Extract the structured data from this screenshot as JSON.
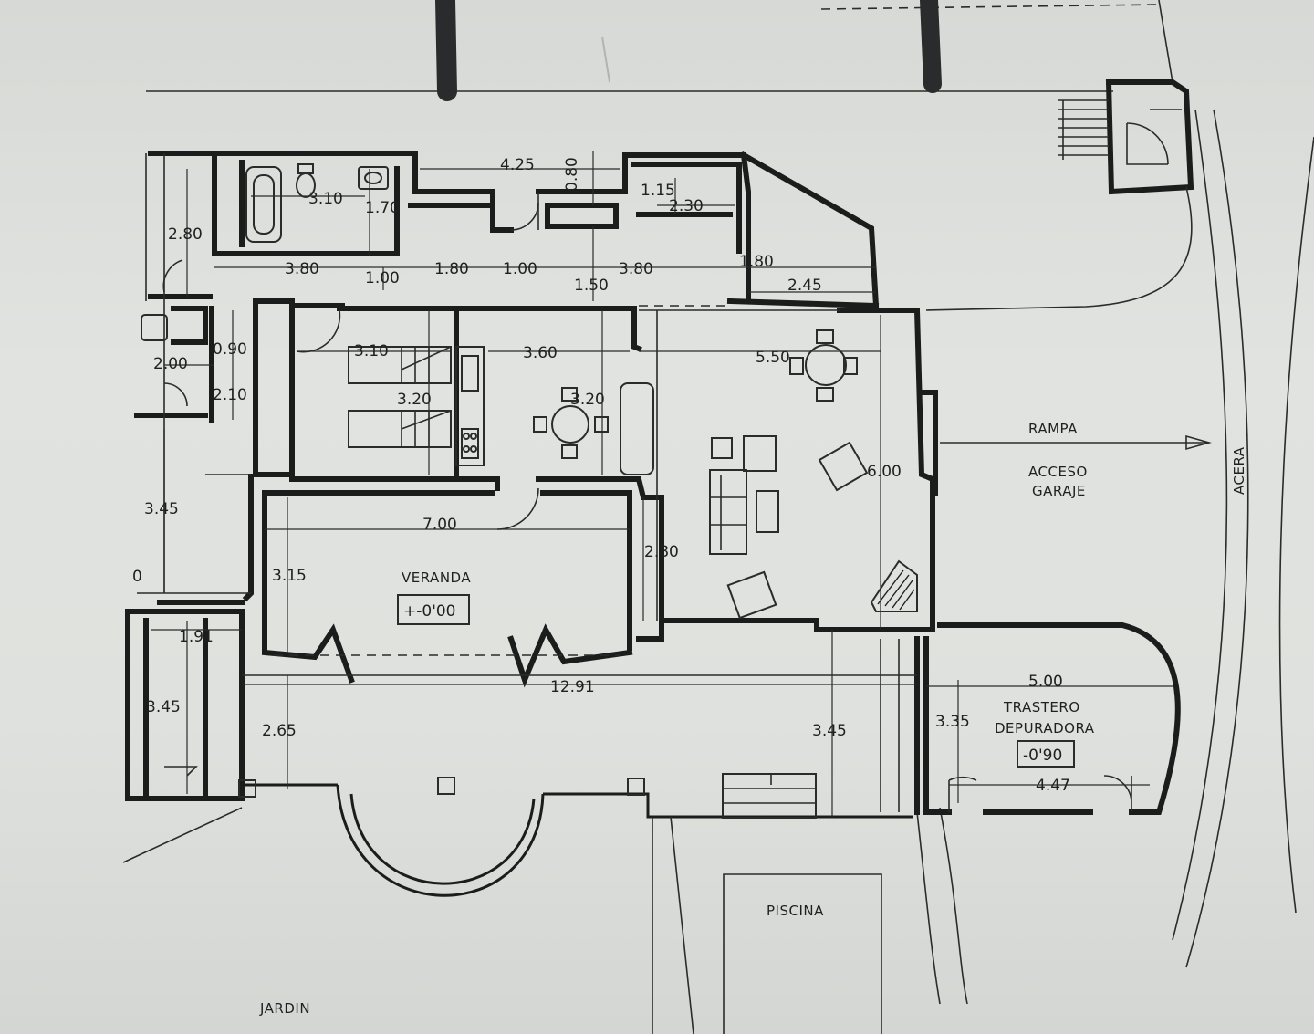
{
  "rooms": {
    "veranda": "VERANDA",
    "veranda_level": "+-0'00",
    "trastero": "TRASTERO",
    "depuradora": "DEPURADORA",
    "trastero_level": "-0'90",
    "rampa": "RAMPA",
    "acceso": "ACCESO",
    "garaje": "GARAJE",
    "acera": "ACERA",
    "piscina": "PISCINA",
    "jardin": "JARDIN"
  },
  "dimensions": {
    "d_4_25": "4.25",
    "d_0_80_top": "0.80",
    "d_1_15": "1.15",
    "d_2_30": "2.30",
    "d_3_10_bath": "3.10",
    "d_1_70": "1.70",
    "d_2_80_left": "2.80",
    "d_3_80_a": "3.80",
    "d_1_00_a": "1.00",
    "d_1_80_a": "1.80",
    "d_1_00_b": "1.00",
    "d_3_80_b": "3.80",
    "d_1_80_b": "1.80",
    "d_2_45": "2.45",
    "d_1_50": "1.50",
    "d_0_90": "0.90",
    "d_2_00": "2.00",
    "d_2_10": "2.10",
    "d_3_10_room": "3.10",
    "d_3_20_a": "3.20",
    "d_3_60": "3.60",
    "d_3_20_b": "3.20",
    "d_5_50": "5.50",
    "d_6_00": "6.00",
    "d_3_45_left": "3.45",
    "d_0": "0",
    "d_7_00": "7.00",
    "d_3_15": "3.15",
    "d_2_80_mid": "2.80",
    "d_1_91": "1.91",
    "d_3_45_low": "3.45",
    "d_12_91": "12.91",
    "d_2_65": "2.65",
    "d_3_45_right": "3.45",
    "d_5_00": "5.00",
    "d_3_35": "3.35",
    "d_4_47": "4.47"
  }
}
